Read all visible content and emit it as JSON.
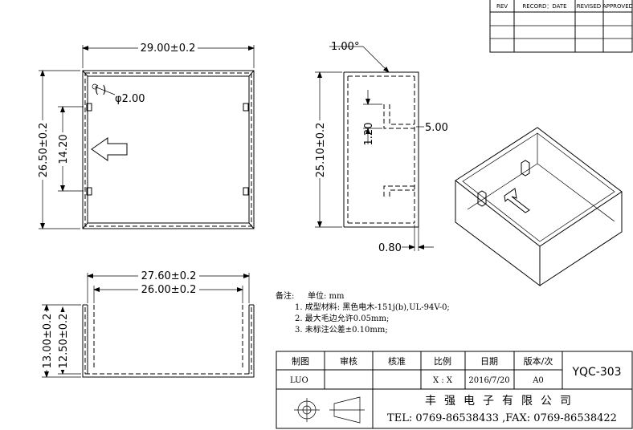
{
  "revision_table": {
    "headers": [
      "REV",
      "RECORD：DATE",
      "REVISED",
      "APPROVED"
    ]
  },
  "dimensions": {
    "width_outer": "29.00±0.2",
    "height_outer": "26.50±0.2",
    "inner_span": "14.20",
    "hole_paren": "( )",
    "hole": "φ2.00",
    "draft_angle": "1.00°",
    "side_height": "25.10±0.2",
    "slot_height": "1.20",
    "slot_width": "5.00",
    "wall": "0.80",
    "bottom_width_outer": "27.60±0.2",
    "bottom_width_inner": "26.00±0.2",
    "depth_outer": "13.00±0.2",
    "depth_inner": "12.50±0.2"
  },
  "notes": {
    "title": "备注:",
    "unit": "单位: mm",
    "items": [
      "1. 成型材料: 黑色电木-151j(b),UL-94V-0;",
      "2. 最大毛边允许0.05mm;",
      "3. 未标注公差±0.10mm;"
    ]
  },
  "title_block": {
    "headers": [
      "制图",
      "审核",
      "核准",
      "比例",
      "日期",
      "版本/次"
    ],
    "drawn_by": "LUO",
    "checked": "",
    "approved": "",
    "scale": "X : X",
    "date": "2016/7/20",
    "version": "A0",
    "part_number": "YQC-303",
    "company": "丰强电子有限公司",
    "contact": "TEL: 0769-86538433 ,FAX: 0769-86538422"
  }
}
